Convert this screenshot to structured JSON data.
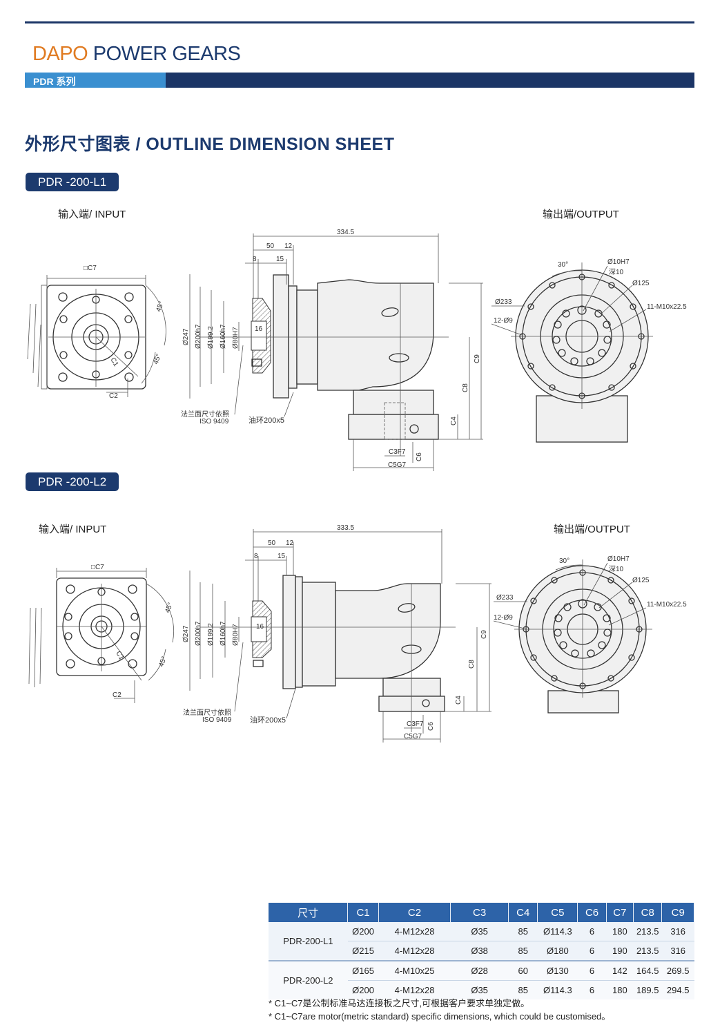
{
  "brand": {
    "part1": "DAPO",
    "part2": "POWER GEARS"
  },
  "series": "PDR 系列",
  "section_title": "外形尺寸图表 / OUTLINE DIMENSION SHEET",
  "models": [
    {
      "tag": "PDR -200-L1",
      "input_label": "输入端/ INPUT",
      "output_label": "输出端/OUTPUT",
      "dims": {
        "overall": "334.5",
        "d50": "50",
        "d12": "12",
        "d8": "8",
        "d15": "15",
        "d16": "16",
        "c7": "□C7",
        "c1": "C1",
        "c2": "C2",
        "a45a": "45°",
        "a45b": "45°",
        "dia247": "Ø247",
        "dia200": "Ø200h7",
        "dia199": "Ø199.2",
        "dia160": "Ø160h7",
        "dia80": "Ø80H7",
        "c9": "C9",
        "c8": "C8",
        "c4": "C4",
        "c3": "C3F7",
        "c6": "C6",
        "c5": "C5G7",
        "flange_note": "法兰面尺寸依照",
        "iso": "ISO 9409",
        "oil_ring": "油环200x5",
        "a30": "30°",
        "d10": "Ø10H7",
        "depth": "深10",
        "d125": "Ø125",
        "d233": "Ø233",
        "holes12": "12-Ø9",
        "holes11": "11-M10x22.5"
      }
    },
    {
      "tag": "PDR -200-L2",
      "input_label": "输入端/ INPUT",
      "output_label": "输出端/OUTPUT",
      "dims": {
        "overall": "333.5",
        "d50": "50",
        "d12": "12",
        "d8": "8",
        "d15": "15",
        "d16": "16",
        "c7": "□C7",
        "c1": "C1",
        "c2": "C2",
        "a45a": "45°",
        "a45b": "45°",
        "dia247": "Ø247",
        "dia200": "Ø200h7",
        "dia199": "Ø199.2",
        "dia160": "Ø160h7",
        "dia80": "Ø80H7",
        "c9": "C9",
        "c8": "C8",
        "c4": "C4",
        "c3": "C3F7",
        "c6": "C6",
        "c5": "C5G7",
        "flange_note": "法兰面尺寸依照",
        "iso": "ISO 9409",
        "oil_ring": "油环200x5",
        "a30": "30°",
        "d10": "Ø10H7",
        "depth": "深10",
        "d125": "Ø125",
        "d233": "Ø233",
        "holes12": "12-Ø9",
        "holes11": "11-M10x22.5"
      }
    }
  ],
  "table": {
    "headers": [
      "尺寸",
      "C1",
      "C2",
      "C3",
      "C4",
      "C5",
      "C6",
      "C7",
      "C8",
      "C9"
    ],
    "groups": [
      {
        "model": "PDR-200-L1",
        "rows": [
          [
            "Ø200",
            "4-M12x28",
            "Ø35",
            "85",
            "Ø114.3",
            "6",
            "180",
            "213.5",
            "316"
          ],
          [
            "Ø215",
            "4-M12x28",
            "Ø38",
            "85",
            "Ø180",
            "6",
            "190",
            "213.5",
            "316"
          ]
        ]
      },
      {
        "model": "PDR-200-L2",
        "rows": [
          [
            "Ø165",
            "4-M10x25",
            "Ø28",
            "60",
            "Ø130",
            "6",
            "142",
            "164.5",
            "269.5"
          ],
          [
            "Ø200",
            "4-M12x28",
            "Ø35",
            "85",
            "Ø114.3",
            "6",
            "180",
            "189.5",
            "294.5"
          ]
        ]
      }
    ]
  },
  "notes": [
    "* C1~C7是公制标准马达连接板之尺寸,可根据客户要求单独定做。",
    "* C1~C7are motor(metric standard)  specific dimensions, which could be customised。"
  ]
}
